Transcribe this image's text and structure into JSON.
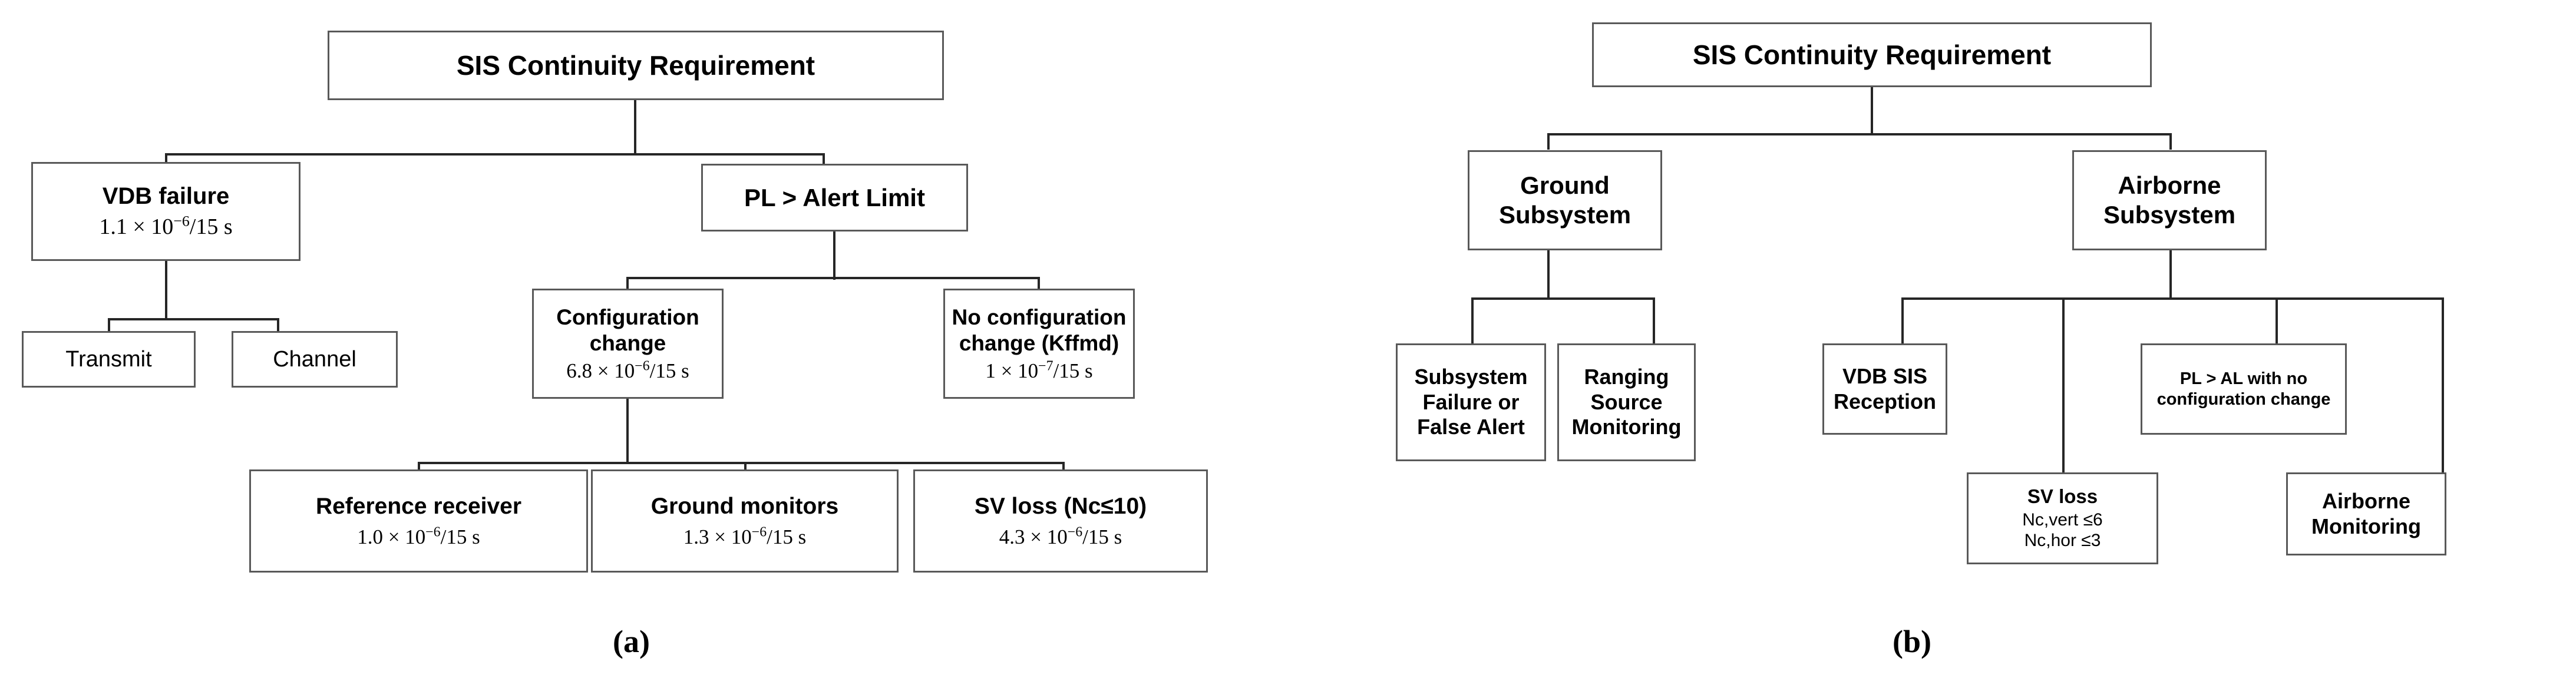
{
  "figure": {
    "panels": [
      {
        "id": "a",
        "caption": "(a)",
        "nodes": {
          "root": {
            "title": "SIS Continuity Requirement"
          },
          "vdb_failure": {
            "title": "VDB failure",
            "rate_mantissa": "1.1 × 10",
            "rate_exponent": "−6",
            "rate_suffix": "/15 s"
          },
          "transmit": {
            "title": "Transmit"
          },
          "channel": {
            "title": "Channel"
          },
          "pl_alert_limit": {
            "title": "PL > Alert Limit"
          },
          "configuration_change": {
            "title_line1": "Configuration",
            "title_line2": "change",
            "rate_mantissa": "6.8 × 10",
            "rate_exponent": "−6",
            "rate_suffix": "/15 s"
          },
          "no_configuration_change": {
            "title_line1": "No configuration",
            "title_line2": "change (Kffmd)",
            "rate_mantissa": "1 × 10",
            "rate_exponent": "−7",
            "rate_suffix": "/15 s"
          },
          "reference_receiver": {
            "title": "Reference receiver",
            "rate_mantissa": "1.0 × 10",
            "rate_exponent": "−6",
            "rate_suffix": "/15 s"
          },
          "ground_monitors": {
            "title": "Ground monitors",
            "rate_mantissa": "1.3 × 10",
            "rate_exponent": "−6",
            "rate_suffix": "/15 s"
          },
          "sv_loss": {
            "title": "SV loss (Nc≤10)",
            "rate_mantissa": "4.3 × 10",
            "rate_exponent": "−6",
            "rate_suffix": "/15 s"
          }
        }
      },
      {
        "id": "b",
        "caption": "(b)",
        "nodes": {
          "root": {
            "title": "SIS Continuity Requirement"
          },
          "ground_subsystem": {
            "title_line1": "Ground",
            "title_line2": "Subsystem"
          },
          "airborne_subsystem": {
            "title_line1": "Airborne",
            "title_line2": "Subsystem"
          },
          "subsystem_failure": {
            "title_line1": "Subsystem",
            "title_line2": "Failure or",
            "title_line3": "False Alert"
          },
          "ranging_source_monitoring": {
            "title_line1": "Ranging",
            "title_line2": "Source",
            "title_line3": "Monitoring"
          },
          "vdb_sis_reception": {
            "title_line1": "VDB SIS",
            "title_line2": "Reception"
          },
          "pl_al_no_config": {
            "title_line1": "PL > AL with no",
            "title_line2": "configuration change"
          },
          "sv_loss": {
            "title": "SV loss",
            "line2": "Nc,vert ≤6",
            "line3": "Nc,hor  ≤3"
          },
          "airborne_monitoring": {
            "title_line1": "Airborne",
            "title_line2": "Monitoring"
          }
        }
      }
    ]
  },
  "colors": {
    "border": "#595959",
    "connector": "#262626",
    "background": "#ffffff",
    "text": "#000000"
  }
}
